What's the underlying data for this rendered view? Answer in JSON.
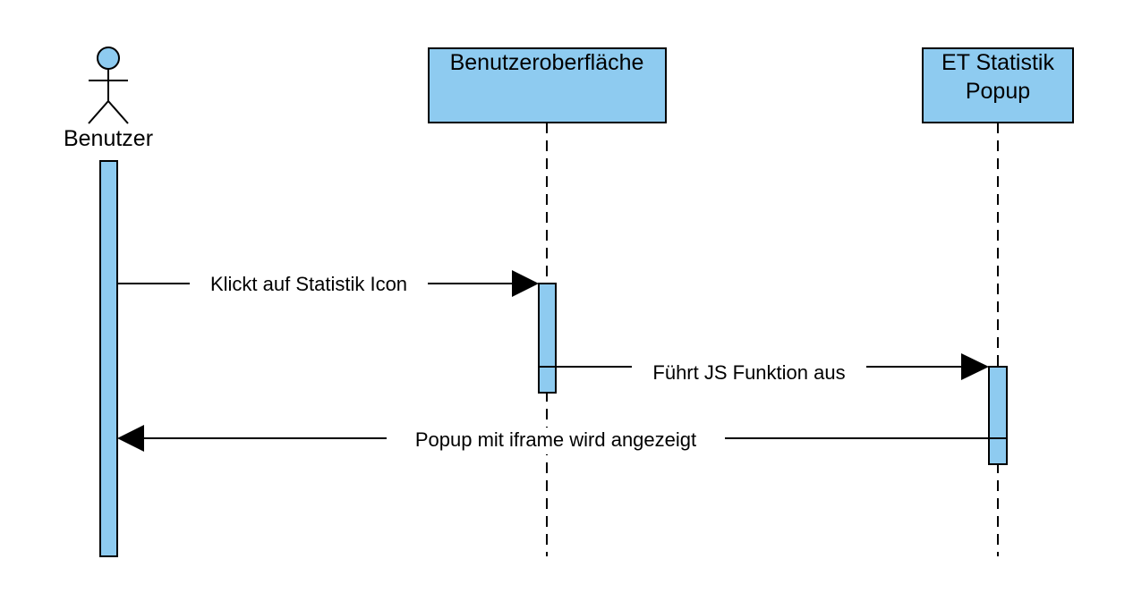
{
  "colors": {
    "fill": "#8ecbf0",
    "stroke": "#000000",
    "background": "#ffffff"
  },
  "participants": {
    "actor": {
      "label": "Benutzer"
    },
    "ui": {
      "label": "Benutzeroberfläche"
    },
    "popup": {
      "label_line1": "ET Statistik",
      "label_line2": "Popup"
    }
  },
  "messages": [
    {
      "label": "Klickt auf Statistik Icon",
      "from": "Benutzer",
      "to": "Benutzeroberfläche"
    },
    {
      "label": "Führt JS Funktion aus",
      "from": "Benutzeroberfläche",
      "to": "ET Statistik Popup"
    },
    {
      "label": "Popup mit iframe wird angezeigt",
      "from": "ET Statistik Popup",
      "to": "Benutzer"
    }
  ]
}
